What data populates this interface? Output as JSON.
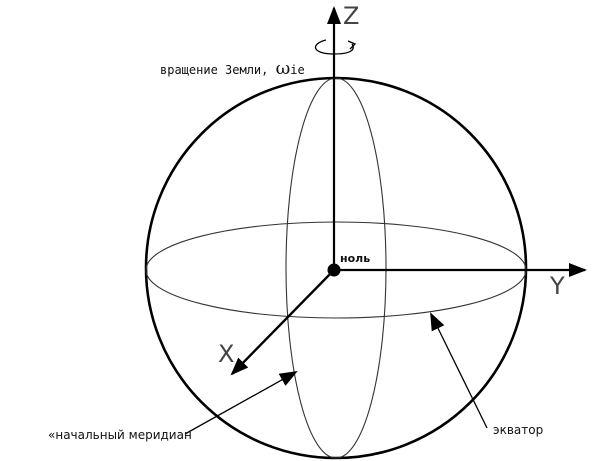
{
  "diagram": {
    "type": "earth-centered coordinate frame",
    "axes": {
      "z": "Z",
      "y": "Y",
      "x": "X"
    },
    "labels": {
      "rotation_text": "вращение Земли,",
      "rotation_symbol": "ω",
      "rotation_subscript": "ie",
      "origin": "ноль",
      "prime_meridian": "«начальный меридиан",
      "equator": "экватор"
    },
    "colors": {
      "stroke": "#000000",
      "axis_label": "#444444",
      "background": "#ffffff"
    }
  }
}
